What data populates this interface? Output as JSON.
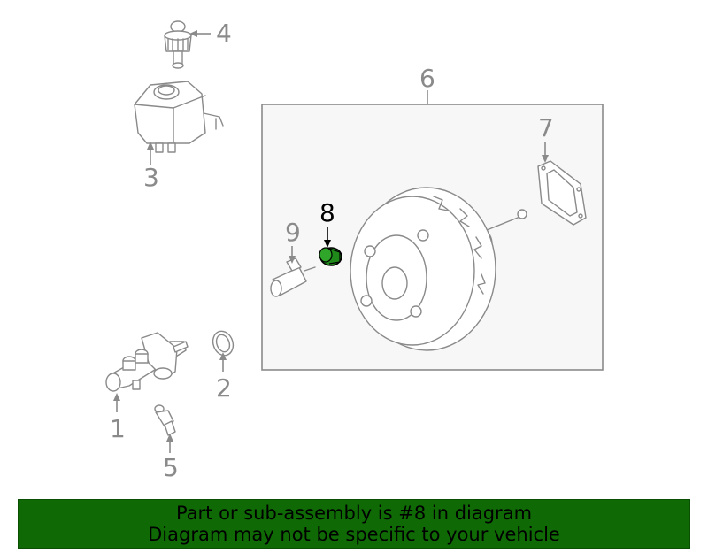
{
  "callouts": {
    "c1": "1",
    "c2": "2",
    "c3": "3",
    "c4": "4",
    "c5": "5",
    "c6": "6",
    "c7": "7",
    "c8": "8",
    "c9": "9"
  },
  "highlight": {
    "part": "8",
    "color": "#1f8a1a"
  },
  "banner": {
    "line1": "Part or sub-assembly is #8 in diagram",
    "line2": "Diagram may not be specific to your vehicle",
    "background": "#0f6a06"
  }
}
